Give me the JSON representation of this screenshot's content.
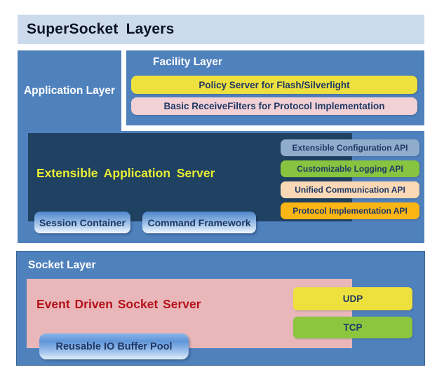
{
  "title": "SuperSocket Layers",
  "application_layer": {
    "label": "Application Layer",
    "facility": {
      "label": "Facility Layer",
      "items": [
        {
          "label": "Policy Server for Flash/Silverlight",
          "color": "#eee13d"
        },
        {
          "label": "Basic ReceiveFilters for Protocol Implementation",
          "color": "#f1d0d6"
        }
      ]
    },
    "server": {
      "label": "Extensible Application Server",
      "apis": [
        {
          "label": "Extensible Configuration API",
          "color": "#90accd"
        },
        {
          "label": "Customizable Logging API",
          "color": "#87c440"
        },
        {
          "label": "Unified Communication API",
          "color": "#fad8b5"
        },
        {
          "label": "Protocol Implementation API",
          "color": "#fbb515"
        }
      ],
      "components": [
        {
          "label": "Session Container"
        },
        {
          "label": "Command Framework"
        }
      ]
    }
  },
  "socket_layer": {
    "label": "Socket Layer",
    "server": {
      "label": "Event Driven Socket Server",
      "protocols": [
        {
          "label": "UDP",
          "color": "#eee13d"
        },
        {
          "label": "TCP",
          "color": "#8cc63f"
        }
      ],
      "component": {
        "label": "Reusable IO Buffer Pool"
      }
    }
  },
  "colors": {
    "page_background": "#ffffff",
    "title_bar": "#ccdaee",
    "section_blue": "#4f81bd",
    "dark_navy_box": "#1f4162",
    "server_title_yellow": "#e7ee35",
    "event_server_pink": "#e9b7ba",
    "event_server_text_red": "#b5121b",
    "chip_text_navy": "#1f3864"
  }
}
